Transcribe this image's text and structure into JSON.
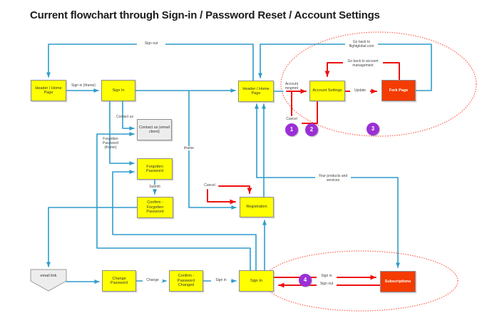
{
  "title": "Current flowchart through Sign-in / Password Reset / Account Settings",
  "nodes": {
    "header_home_left": "Header / Home Page",
    "sign_in_top": "Sign In",
    "contact_us": "Contact us (email client)",
    "forgotten_password": "Forgotten Password",
    "confirm_forgotten_password": "Confirm - Forgotten Password",
    "header_home_mid": "Header / Home Page",
    "account_settings": "Account Settings",
    "fork_page": "Fork Page",
    "registration": "Registration",
    "email_link": "email link",
    "change_password": "Change Password",
    "confirm_password_changed": "Confirm - Password Changed",
    "sign_in_bottom": "Sign In",
    "subscriptions": "Subscriptions"
  },
  "edge_labels": {
    "sign_out_top": "Sign out",
    "go_back_flightglobal": "Go back to flightglobal.com",
    "sign_in_iframe": "Sign in (iframe)",
    "contact_us": "Contact us",
    "forgotten_password_iframe": "Forgotten Password (iframe)",
    "iframe": "iframe",
    "submit": "Submit",
    "account_mngmnt": "Account mngmnt",
    "cancel_account": "Cancel",
    "update": "Update",
    "go_back_account": "Go back to account management",
    "cancel_registration": "Cancel",
    "your_products": "Your products and services",
    "change": "Change",
    "sign_in_bottom_row": "Sign in",
    "subs_sign_in": "Sign in",
    "subs_sign_out": "Sign out"
  },
  "markers": {
    "m1": "1",
    "m2": "2",
    "m3": "3",
    "m4": "4"
  },
  "colors": {
    "node_fill": "#ffff00",
    "node_border": "#8c8c8c",
    "accent_fill": "#f43b00",
    "neutral_fill": "#ededed",
    "line_blue": "#2f9ccb",
    "line_red": "#ee1111",
    "marker_purple": "#9b2fd6",
    "ellipse_red": "#ff4f38"
  }
}
